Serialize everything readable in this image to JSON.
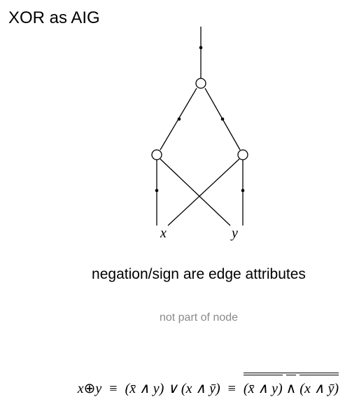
{
  "title": "XOR as AIG",
  "inputs": {
    "x": "x",
    "y": "y"
  },
  "caption": "negation/sign are edge attributes",
  "note": "not part of node",
  "formula": {
    "lhs_x": "x",
    "xor": "⊕",
    "lhs_y": "y",
    "equiv1": "≡",
    "rhs1": "(x̄ ∧ y) ∨ (x ∧ ȳ)",
    "equiv2": "≡",
    "rhs2_left": "(x̄ ∧ y)",
    "and": "∧",
    "rhs2_right": "(x ∧ ȳ)"
  }
}
